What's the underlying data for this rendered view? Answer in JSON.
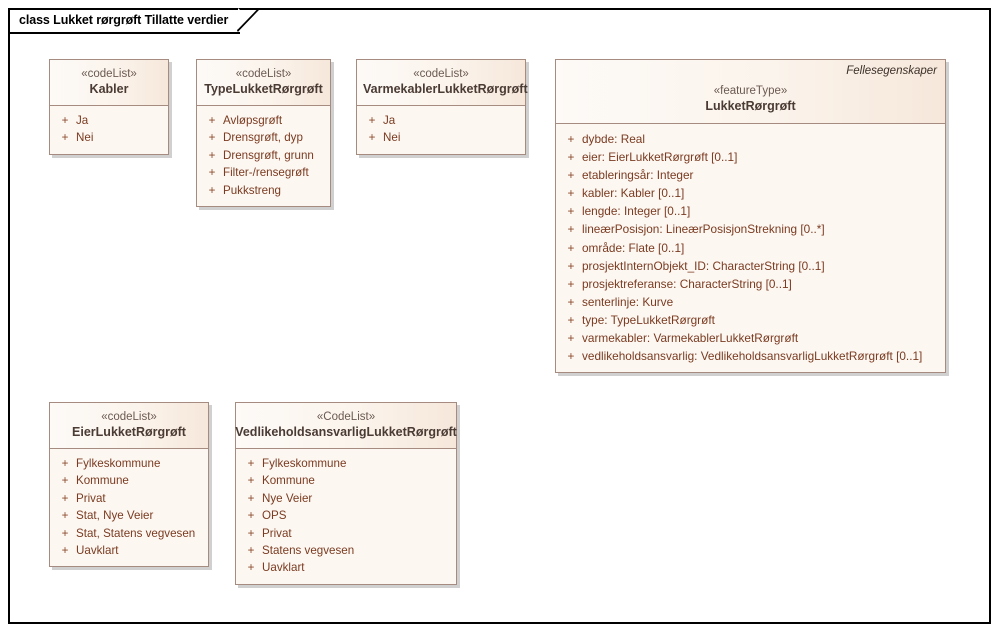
{
  "diagram": {
    "title": "class Lukket rørgrøft Tillatte verdier",
    "frame_border_color": "#000000",
    "box_fill_color": "#fdf7f2",
    "box_border_color": "#a58b80",
    "attribute_text_color": "#7a3b20",
    "class_name_color": "#4a3b34"
  },
  "classes": [
    {
      "id": "kabler",
      "stereotype": "«codeList»",
      "name": "Kabler",
      "package": "",
      "attributes": [
        {
          "visibility": "+",
          "text": "Ja"
        },
        {
          "visibility": "+",
          "text": "Nei"
        }
      ]
    },
    {
      "id": "type-lukket-rorgroft",
      "stereotype": "«codeList»",
      "name": "TypeLukketRørgrøft",
      "package": "",
      "attributes": [
        {
          "visibility": "+",
          "text": "Avløpsgrøft"
        },
        {
          "visibility": "+",
          "text": "Drensgrøft, dyp"
        },
        {
          "visibility": "+",
          "text": "Drensgrøft, grunn"
        },
        {
          "visibility": "+",
          "text": "Filter-/rensegrøft"
        },
        {
          "visibility": "+",
          "text": "Pukkstreng"
        }
      ]
    },
    {
      "id": "varmekabler-lukket-rorgroft",
      "stereotype": "«codeList»",
      "name": "VarmekablerLukketRørgrøft",
      "package": "",
      "attributes": [
        {
          "visibility": "+",
          "text": "Ja"
        },
        {
          "visibility": "+",
          "text": "Nei"
        }
      ]
    },
    {
      "id": "lukket-rorgroft",
      "stereotype": "«featureType»",
      "name": "LukketRørgrøft",
      "package": "Fellesegenskaper",
      "attributes": [
        {
          "visibility": "+",
          "text": "dybde: Real"
        },
        {
          "visibility": "+",
          "text": "eier: EierLukketRørgrøft [0..1]"
        },
        {
          "visibility": "+",
          "text": "etableringsår: Integer"
        },
        {
          "visibility": "+",
          "text": "kabler: Kabler [0..1]"
        },
        {
          "visibility": "+",
          "text": "lengde: Integer [0..1]"
        },
        {
          "visibility": "+",
          "text": "lineærPosisjon: LineærPosisjonStrekning [0..*]"
        },
        {
          "visibility": "+",
          "text": "område: Flate [0..1]"
        },
        {
          "visibility": "+",
          "text": "prosjektInternObjekt_ID: CharacterString [0..1]"
        },
        {
          "visibility": "+",
          "text": "prosjektreferanse: CharacterString [0..1]"
        },
        {
          "visibility": "+",
          "text": "senterlinje: Kurve"
        },
        {
          "visibility": "+",
          "text": "type: TypeLukketRørgrøft"
        },
        {
          "visibility": "+",
          "text": "varmekabler: VarmekablerLukketRørgrøft"
        },
        {
          "visibility": "+",
          "text": "vedlikeholdsansvarlig: VedlikeholdsansvarligLukketRørgrøft [0..1]"
        }
      ]
    },
    {
      "id": "eier-lukket-rorgroft",
      "stereotype": "«codeList»",
      "name": "EierLukketRørgrøft",
      "package": "",
      "attributes": [
        {
          "visibility": "+",
          "text": "Fylkeskommune"
        },
        {
          "visibility": "+",
          "text": "Kommune"
        },
        {
          "visibility": "+",
          "text": "Privat"
        },
        {
          "visibility": "+",
          "text": "Stat, Nye Veier"
        },
        {
          "visibility": "+",
          "text": "Stat, Statens vegvesen"
        },
        {
          "visibility": "+",
          "text": "Uavklart"
        }
      ]
    },
    {
      "id": "vedlikeholdsansvarlig-lukket-rorgroft",
      "stereotype": "«CodeList»",
      "name": "VedlikeholdsansvarligLukketRørgrøft",
      "package": "",
      "attributes": [
        {
          "visibility": "+",
          "text": "Fylkeskommune"
        },
        {
          "visibility": "+",
          "text": "Kommune"
        },
        {
          "visibility": "+",
          "text": "Nye Veier"
        },
        {
          "visibility": "+",
          "text": "OPS"
        },
        {
          "visibility": "+",
          "text": "Privat"
        },
        {
          "visibility": "+",
          "text": "Statens vegvesen"
        },
        {
          "visibility": "+",
          "text": "Uavklart"
        }
      ]
    }
  ]
}
